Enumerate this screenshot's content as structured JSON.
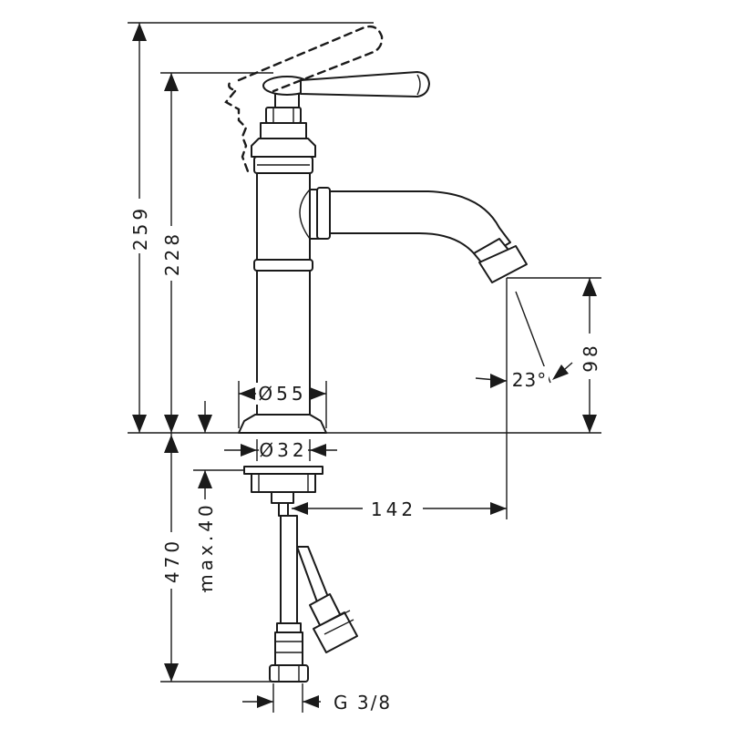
{
  "drawing": {
    "dimensions": {
      "overall_height": "259",
      "handle_height": "228",
      "spout_clearance": "98",
      "spout_angle": "23°",
      "body_diameter": "Ø55",
      "mount_diameter": "Ø32",
      "spout_reach": "142",
      "max_counter_thickness": "max.40",
      "hose_length": "470",
      "connection_thread": "G 3/8"
    }
  }
}
